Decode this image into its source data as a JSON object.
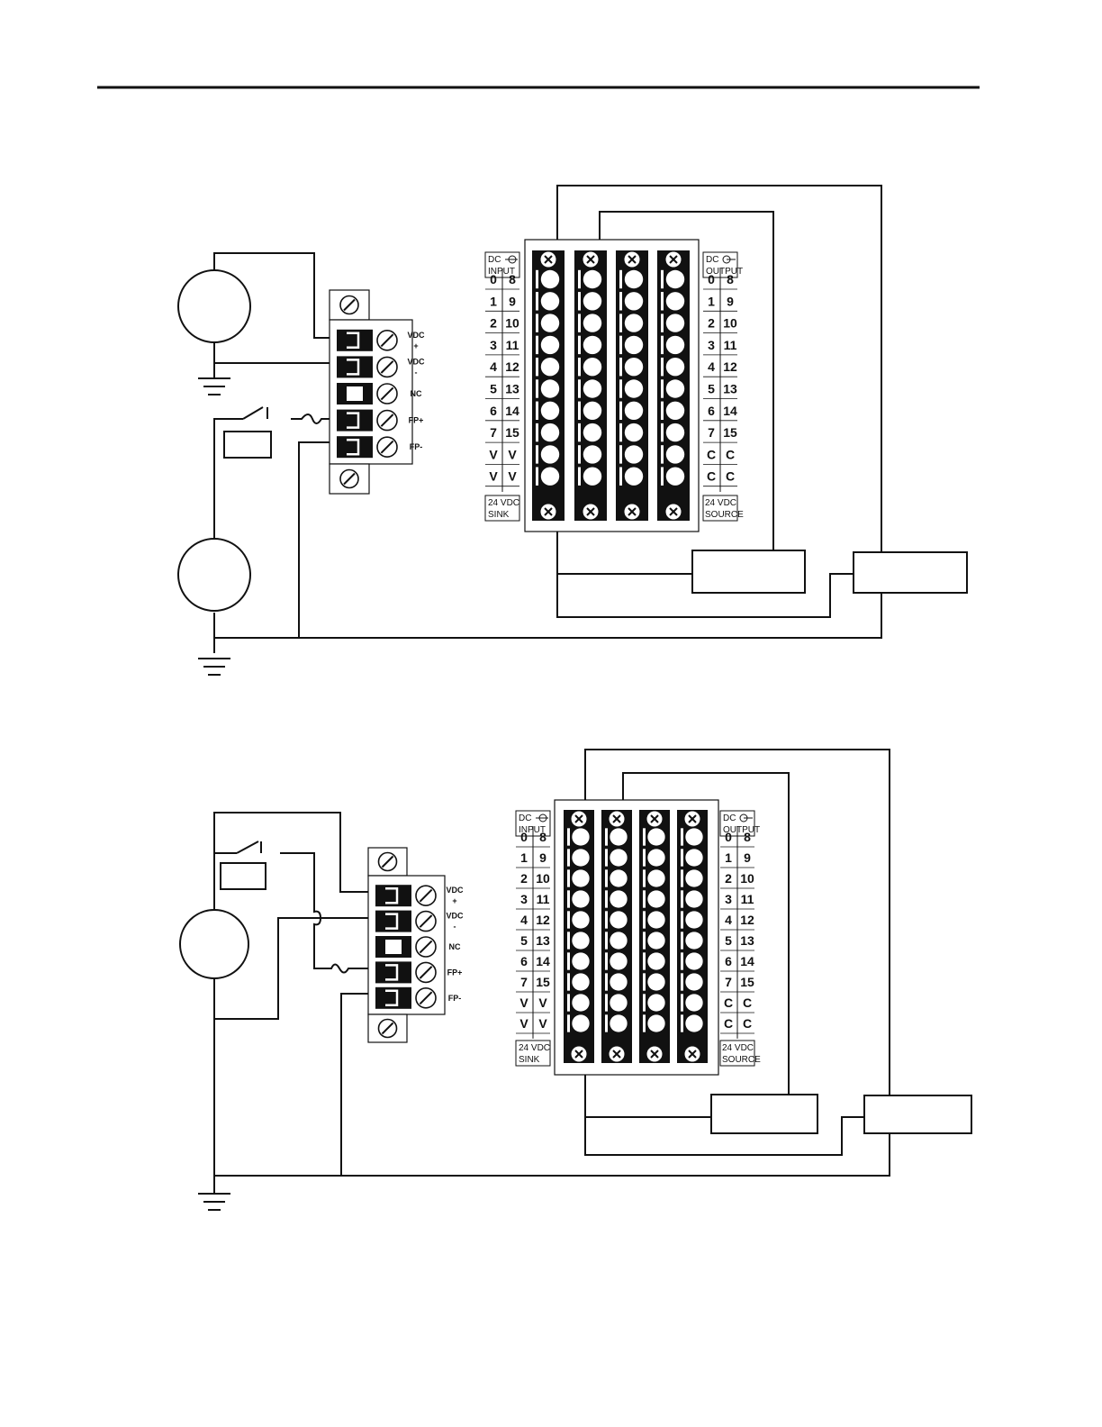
{
  "diagrams": [
    {
      "terminal_labels": [
        "VDC\n+",
        "VDC\n-",
        "NC",
        "FP+",
        "FP-"
      ],
      "input_header": [
        "DC",
        "INPUT"
      ],
      "output_header": [
        "DC",
        "OUTPUT"
      ],
      "input_rows": [
        [
          "0",
          "8"
        ],
        [
          "1",
          "9"
        ],
        [
          "2",
          "10"
        ],
        [
          "3",
          "11"
        ],
        [
          "4",
          "12"
        ],
        [
          "5",
          "13"
        ],
        [
          "6",
          "14"
        ],
        [
          "7",
          "15"
        ],
        [
          "V",
          "V"
        ],
        [
          "V",
          "V"
        ]
      ],
      "output_rows": [
        [
          "0",
          "8"
        ],
        [
          "1",
          "9"
        ],
        [
          "2",
          "10"
        ],
        [
          "3",
          "11"
        ],
        [
          "4",
          "12"
        ],
        [
          "5",
          "13"
        ],
        [
          "6",
          "14"
        ],
        [
          "7",
          "15"
        ],
        [
          "C",
          "C"
        ],
        [
          "C",
          "C"
        ]
      ],
      "input_footer": [
        "24 VDC",
        "SINK"
      ],
      "output_footer": [
        "24 VDC",
        "SOURCE"
      ]
    },
    {
      "terminal_labels": [
        "VDC\n+",
        "VDC\n-",
        "NC",
        "FP+",
        "FP-"
      ],
      "input_header": [
        "DC",
        "INPUT"
      ],
      "output_header": [
        "DC",
        "OUTPUT"
      ],
      "input_rows": [
        [
          "0",
          "8"
        ],
        [
          "1",
          "9"
        ],
        [
          "2",
          "10"
        ],
        [
          "3",
          "11"
        ],
        [
          "4",
          "12"
        ],
        [
          "5",
          "13"
        ],
        [
          "6",
          "14"
        ],
        [
          "7",
          "15"
        ],
        [
          "V",
          "V"
        ],
        [
          "V",
          "V"
        ]
      ],
      "output_rows": [
        [
          "0",
          "8"
        ],
        [
          "1",
          "9"
        ],
        [
          "2",
          "10"
        ],
        [
          "3",
          "11"
        ],
        [
          "4",
          "12"
        ],
        [
          "5",
          "13"
        ],
        [
          "6",
          "14"
        ],
        [
          "7",
          "15"
        ],
        [
          "C",
          "C"
        ],
        [
          "C",
          "C"
        ]
      ],
      "input_footer": [
        "24 VDC",
        "SINK"
      ],
      "output_footer": [
        "24 VDC",
        "SOURCE"
      ]
    }
  ]
}
